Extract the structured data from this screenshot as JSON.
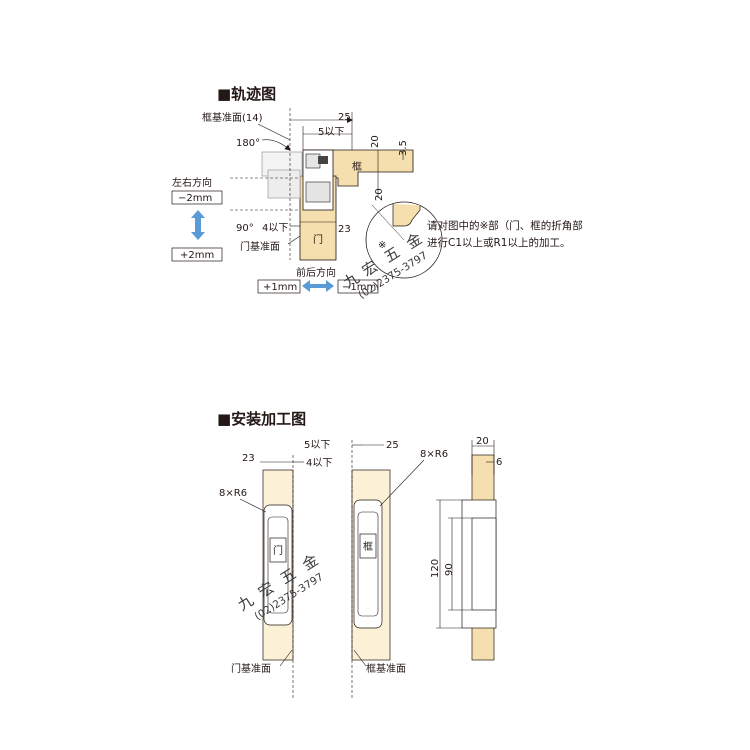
{
  "sections": {
    "trajectory": {
      "title": "■轨迹图",
      "frame_ref_label": "框基准面(14)",
      "dim_25": "25",
      "dim_5_below": "5以下",
      "angle_180": "180°",
      "dim_20_top": "20",
      "dim_3_5": "3.5",
      "frame_label": "框",
      "dim_20_mid": "20",
      "lr_direction": "左右方向",
      "lr_minus": "−2mm",
      "lr_plus": "+2mm",
      "angle_90": "90°",
      "dim_4_below": "4以下",
      "dim_23": "23",
      "door_label": "门",
      "door_ref_label": "门基准面",
      "fb_direction": "前后方向",
      "fb_plus": "+1mm",
      "fb_minus": "−1mm",
      "note_mark": "※",
      "note_line1": "请对图中的※部（门、框的折角部",
      "note_line2": "进行C1以上或R1以上的加工。"
    },
    "installation": {
      "title": "■安装加工图",
      "door_dim_23": "23",
      "door_dim_4_below": "4以下",
      "door_radius": "8×R6",
      "door_label": "门",
      "door_ref_label": "门基准面",
      "frame_dim_5_below": "5以下",
      "frame_dim_25": "25",
      "frame_radius": "8×R6",
      "frame_label": "框",
      "frame_ref_label": "框基准面",
      "side_dim_20": "20",
      "side_dim_6": "6",
      "side_dim_120": "120",
      "side_dim_90": "90"
    }
  },
  "watermark": {
    "chars": [
      "九",
      "宏",
      "五",
      "金"
    ],
    "phone": "(02)2375-3797"
  },
  "colors": {
    "wood": "#f5dfae",
    "wood_light": "#fbf1d6",
    "arrow_blue": "#5b9bd5",
    "line": "#231815",
    "metal": "#d9d9d9"
  }
}
